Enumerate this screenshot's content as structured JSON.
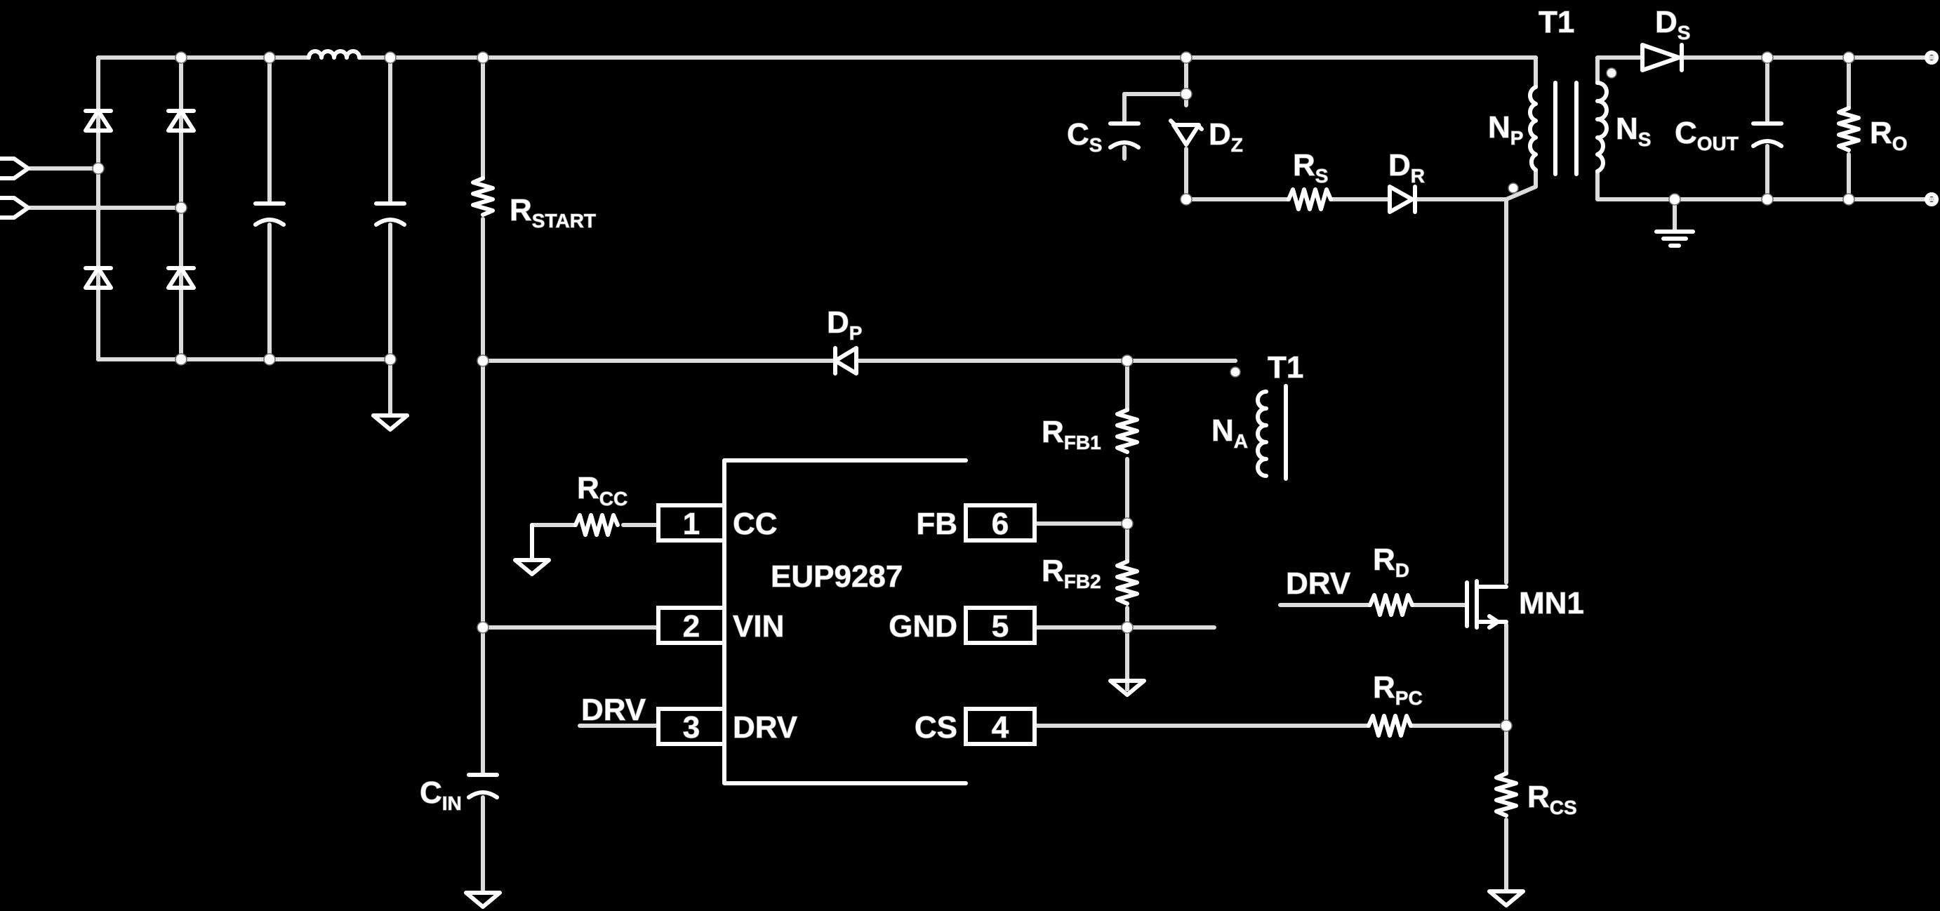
{
  "ic": {
    "part_number": "EUP9287",
    "pins": {
      "p1": {
        "num": "1",
        "name": "CC"
      },
      "p2": {
        "num": "2",
        "name": "VIN"
      },
      "p3": {
        "num": "3",
        "name": "DRV"
      },
      "p4": {
        "num": "4",
        "name": "CS"
      },
      "p5": {
        "num": "5",
        "name": "GND"
      },
      "p6": {
        "num": "6",
        "name": "FB"
      }
    }
  },
  "labels": {
    "t1_top": "T1",
    "t1_aux": "T1",
    "ds": {
      "main": "D",
      "sub": "S"
    },
    "cs_cap": {
      "main": "C",
      "sub": "S"
    },
    "dz": {
      "main": "D",
      "sub": "Z"
    },
    "rs": {
      "main": "R",
      "sub": "S"
    },
    "dr": {
      "main": "D",
      "sub": "R"
    },
    "np": {
      "main": "N",
      "sub": "P"
    },
    "ns": {
      "main": "N",
      "sub": "S"
    },
    "cout": {
      "main": "C",
      "sub": "OUT"
    },
    "ro": {
      "main": "R",
      "sub": "O"
    },
    "rstart": {
      "main": "R",
      "sub": "START"
    },
    "dp": {
      "main": "D",
      "sub": "P"
    },
    "na": {
      "main": "N",
      "sub": "A"
    },
    "rfb1": {
      "main": "R",
      "sub": "FB1"
    },
    "rfb2": {
      "main": "R",
      "sub": "FB2"
    },
    "rcc": {
      "main": "R",
      "sub": "CC"
    },
    "rd": {
      "main": "R",
      "sub": "D"
    },
    "mn1": "MN1",
    "drv_gate": "DRV",
    "drv_pin3": "DRV",
    "rpc": {
      "main": "R",
      "sub": "PC"
    },
    "rcs": {
      "main": "R",
      "sub": "CS"
    },
    "cin": {
      "main": "C",
      "sub": "IN"
    }
  }
}
